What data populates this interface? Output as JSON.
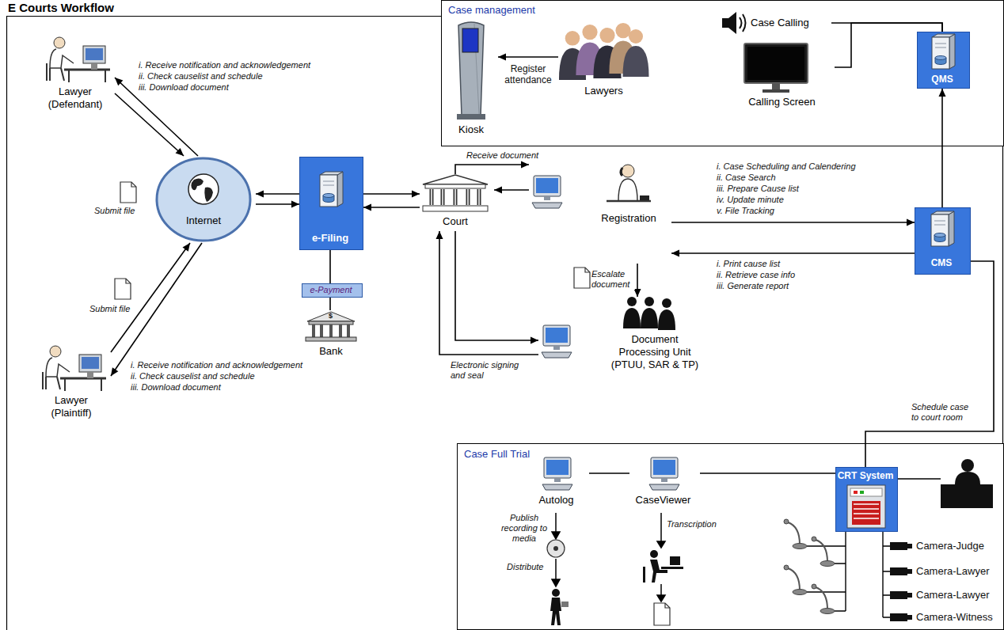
{
  "diagram": {
    "title": "E Courts Workflow",
    "nodes": [
      {
        "text": [
          "Case management"
        ]
      },
      {
        "text": [
          "Kiosk"
        ],
        "in": 0
      },
      {
        "text": [
          "Lawyers"
        ],
        "in": 0
      },
      {
        "text": [
          "Case Calling"
        ],
        "in": 0
      },
      {
        "text": [
          "Calling Screen"
        ],
        "in": 0
      },
      {
        "text": [
          "QMS"
        ],
        "in": 0
      },
      {
        "text": [
          "Lawyer (Defendant)"
        ]
      },
      {
        "text": [
          "Internet"
        ]
      },
      {
        "text": [
          "Lawyer (Plaintiff)"
        ]
      },
      {
        "text": [
          "e-Filing"
        ]
      },
      {
        "text": [
          "e-Payment"
        ]
      },
      {
        "text": [
          "Bank"
        ]
      },
      {
        "text": [
          "Court"
        ]
      },
      {
        "text": [
          "Registration"
        ]
      },
      {
        "text": [
          "Document Processing Unit (PTUU, SAR & TP)"
        ]
      },
      {
        "text": [
          "CMS"
        ]
      },
      {
        "text": [
          "Case Full Trial"
        ]
      },
      {
        "text": [
          "Autolog"
        ],
        "in": 16
      },
      {
        "text": [
          "CaseViewer"
        ],
        "in": 16
      },
      {
        "text": [
          "CRT System"
        ],
        "in": 16
      }
    ],
    "edges": [
      {
        "from": 2,
        "to": 1,
        "arrow": "to",
        "label": "Register attendance"
      },
      {
        "from": 3,
        "to": 5,
        "arrow": "none"
      },
      {
        "from": 4,
        "to": 5,
        "arrow": "none"
      },
      {
        "from": 15,
        "to": 5,
        "arrow": "to"
      },
      {
        "from": 6,
        "to": 7,
        "arrow": "to",
        "label": "Submit file"
      },
      {
        "from": 7,
        "to": 6,
        "arrow": "to"
      },
      {
        "from": 8,
        "to": 7,
        "arrow": "to",
        "label": "Submit file"
      },
      {
        "from": 7,
        "to": 8,
        "arrow": "to"
      },
      {
        "from": 7,
        "to": 9,
        "arrow": "to"
      },
      {
        "from": 9,
        "to": 7,
        "arrow": "to"
      },
      {
        "from": 9,
        "to": 12,
        "arrow": "to"
      },
      {
        "from": 12,
        "to": 9,
        "arrow": "to"
      },
      {
        "from": 9,
        "to": 10,
        "arrow": "none"
      },
      {
        "from": 10,
        "to": 11,
        "arrow": "none"
      },
      {
        "from": 12,
        "to": 13,
        "arrow": "to",
        "label": "Receive document"
      },
      {
        "from": 13,
        "to": 12,
        "arrow": "to"
      },
      {
        "from": 13,
        "to": 14,
        "arrow": "to",
        "label": "Escalate document"
      },
      {
        "from": 12,
        "to": 14,
        "arrow": "to"
      },
      {
        "from": 14,
        "to": 12,
        "arrow": "to",
        "label": "Electronic signing and seal"
      },
      {
        "from": 13,
        "to": 15,
        "arrow": "to"
      },
      {
        "from": 15,
        "to": 13,
        "arrow": "to"
      },
      {
        "from": 15,
        "to": 19,
        "arrow": "none",
        "label": "Schedule case to court room"
      },
      {
        "from": 17,
        "to": 18,
        "arrow": "none"
      },
      {
        "from": 18,
        "to": 19,
        "arrow": "none"
      }
    ],
    "labels": [
      "i. Receive notification and acknowledgement",
      "ii. Check causelist and schedule",
      "iii. Download document",
      "i. Receive notification and acknowledgement",
      "ii. Check causelist and schedule",
      "iii. Download document",
      "i. Case Scheduling and Calendering",
      "ii. Case Search",
      "iii. Prepare Cause list",
      "iv. Update minute",
      "v. File Tracking",
      "i. Print cause list",
      "ii. Retrieve case info",
      "iii. Generate report",
      "$",
      "Publish recording to media",
      "Distribute",
      "Transcription",
      "Camera-Judge",
      "Camera-Lawyer",
      "Camera-Lawyer",
      "Camera-Witness"
    ]
  }
}
